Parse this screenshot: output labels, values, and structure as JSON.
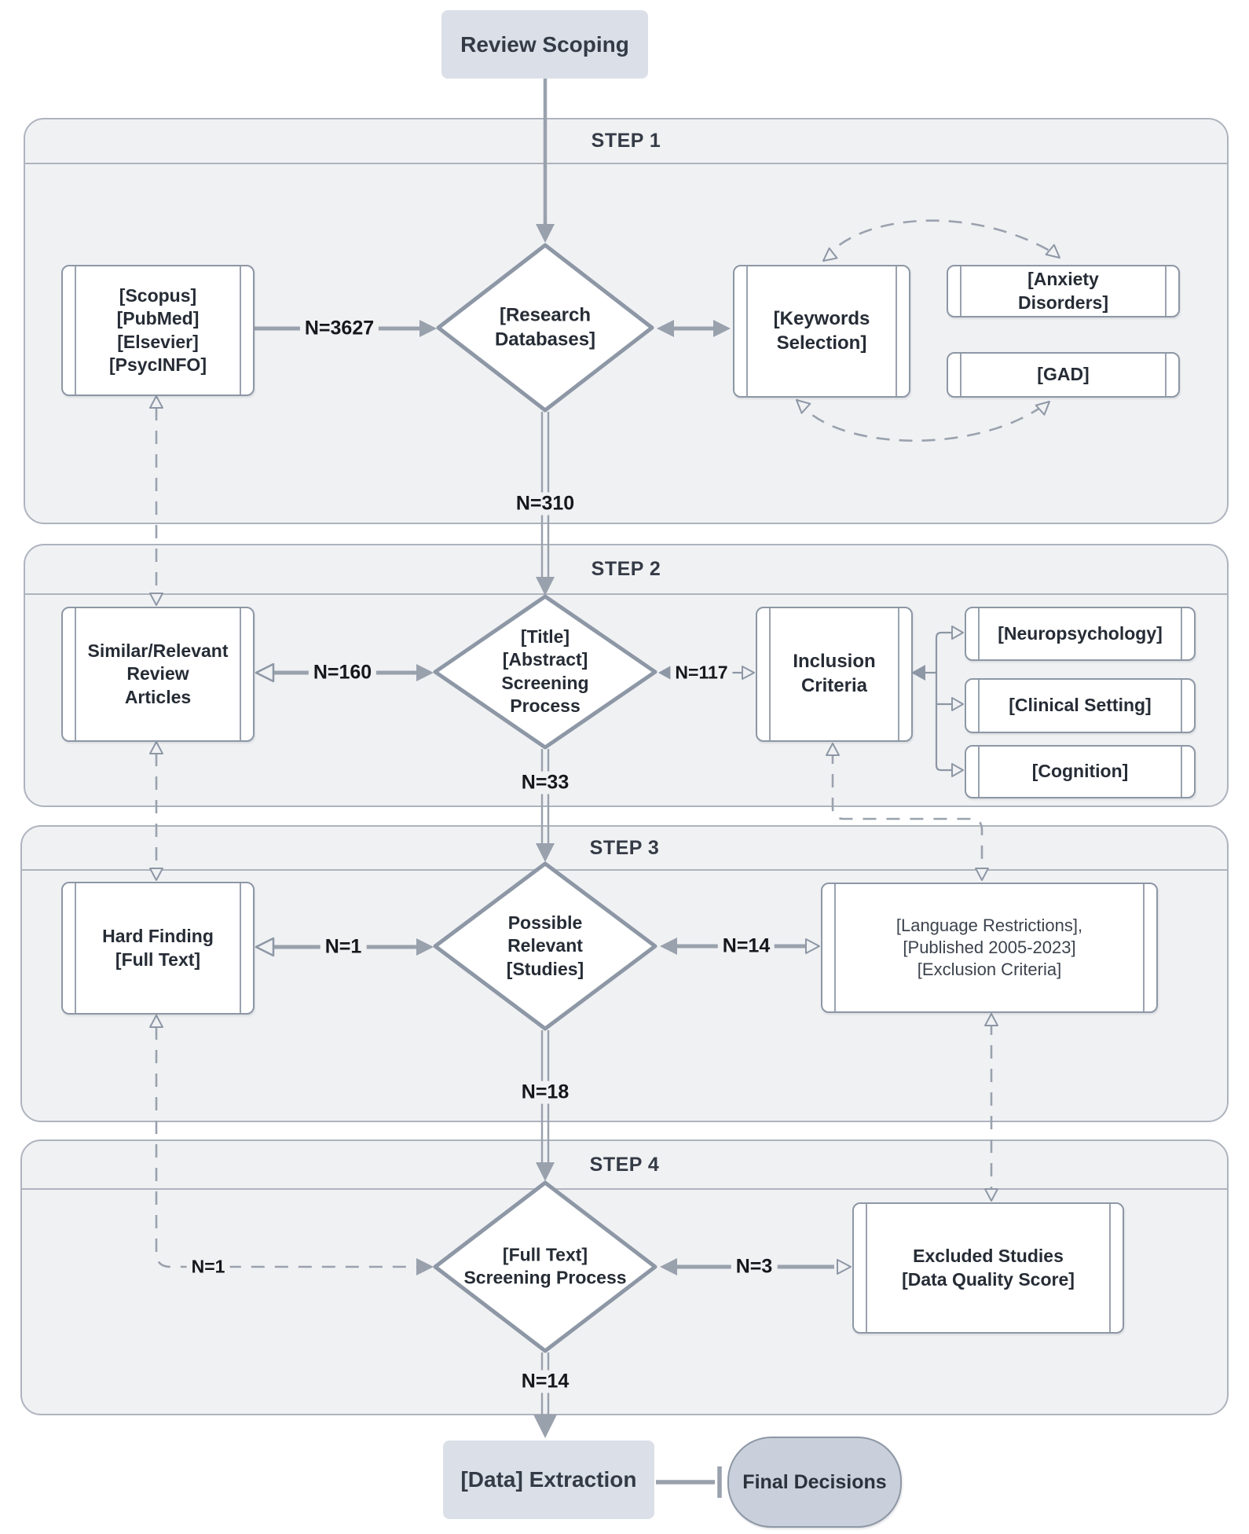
{
  "steps": {
    "s1": "STEP 1",
    "s2": "STEP 2",
    "s3": "STEP 3",
    "s4": "STEP 4"
  },
  "nodes": {
    "review_scoping": "Review Scoping",
    "databases_list": "[Scopus]\n[PubMed]\n[Elsevier]\n[PsycINFO]",
    "research_databases": "[Research\nDatabases]",
    "keywords_selection": "[Keywords\nSelection]",
    "anxiety_disorders": "[Anxiety\nDisorders]",
    "gad": "[GAD]",
    "similar_articles": "Similar/Relevant\nReview\nArticles",
    "title_abstract": "[Title]\n[Abstract]\nScreening\nProcess",
    "inclusion_criteria": "Inclusion\nCriteria",
    "neuropsychology": "[Neuropsychology]",
    "clinical_setting": "[Clinical Setting]",
    "cognition": "[Cognition]",
    "hard_finding": "Hard Finding\n[Full Text]",
    "possible_relevant": "Possible\nRelevant\n[Studies]",
    "restrictions": "[Language Restrictions],\n[Published 2005-2023]\n[Exclusion Criteria]",
    "full_text_screening": "[Full Text]\nScreening Process",
    "excluded_studies": "Excluded Studies\n[Data Quality Score]",
    "data_extraction": "[Data] Extraction",
    "final_decisions": "Final Decisions"
  },
  "edges": {
    "n3627": "N=3627",
    "n310": "N=310",
    "n160": "N=160",
    "n117": "N=117",
    "n33": "N=33",
    "n1_step3": "N=1",
    "n14_step3": "N=14",
    "n18": "N=18",
    "n1_step4": "N=1",
    "n3": "N=3",
    "n14_step4": "N=14"
  },
  "colors": {
    "container_fill": "#f0f1f3",
    "container_border": "#aeb4be",
    "node_border": "#8d97a5",
    "node_fill": "#ffffff",
    "line": "#99a1ad",
    "dashed_line": "#9aa2ae",
    "terminal_fill": "#dbe0e8",
    "final_fill": "#c9d0db",
    "text": "#262c35"
  }
}
